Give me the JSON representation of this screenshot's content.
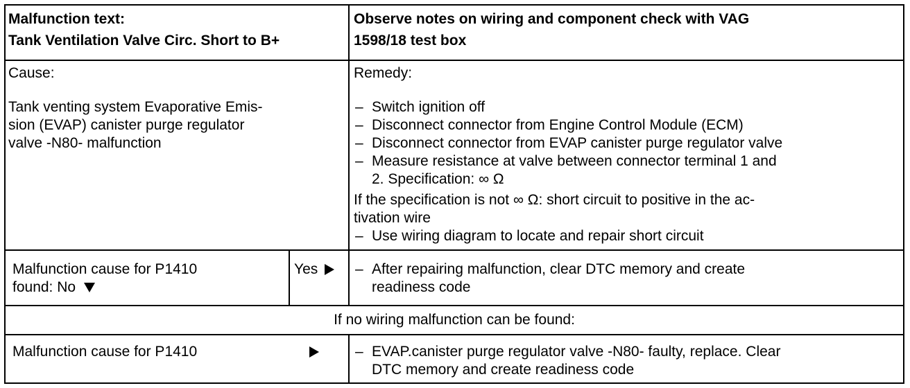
{
  "header": {
    "left_line1": "Malfunction text:",
    "left_line2": "Tank Ventilation Valve Circ. Short to B+",
    "right_line1": "Observe notes on wiring and component check with VAG",
    "right_line2": "1598/18 test box"
  },
  "cause": {
    "label": "Cause:",
    "lines": [
      "Tank venting system Evaporative Emis-",
      "sion (EVAP) canister purge regulator",
      "valve -N80- malfunction"
    ]
  },
  "remedy": {
    "label": "Remedy:",
    "steps": [
      "Switch ignition off",
      "Disconnect connector from Engine Control Module (ECM)",
      "Disconnect connector from EVAP canister purge regulator valve",
      "Measure resistance at valve between connector terminal 1 and",
      "2. Specification: ∞ Ω"
    ],
    "note_line1": "If the specification is not ∞ Ω:  short circuit to positive in the ac-",
    "note_line2": "tivation wire",
    "last_step": "Use wiring diagram to locate and repair short circuit"
  },
  "row_found": {
    "cause_line1": "Malfunction cause for P1410",
    "cause_line2": "found: No",
    "yes_label": "Yes",
    "action_line1": "After repairing malfunction, clear DTC memory and create",
    "action_line2": "readiness code"
  },
  "no_wiring_label": "If no wiring malfunction can be found:",
  "row_final": {
    "cause_line": "Malfunction cause for P1410",
    "action_line1": "EVAP.canister purge regulator valve -N80- faulty, replace.  Clear",
    "action_line2": "DTC memory and create readiness code"
  },
  "dash_char": "–"
}
